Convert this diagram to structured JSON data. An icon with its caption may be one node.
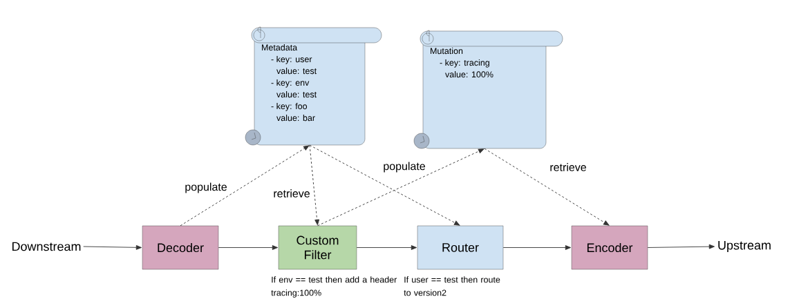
{
  "diagram": {
    "nodes": [
      {
        "text": [
          "Metadata",
          "- key: user",
          "value: test",
          "- key: env",
          "value: test",
          "- key: foo",
          "value: bar"
        ]
      },
      {
        "text": [
          "Mutation",
          "- key: tracing",
          "value: 100%"
        ]
      },
      {
        "text": [
          "Downstream"
        ]
      },
      {
        "text": [
          "Decoder"
        ]
      },
      {
        "text": [
          "Custom Filter"
        ],
        "beside": [
          "If env == test then add a header tracing:100%"
        ]
      },
      {
        "text": [
          "Router"
        ],
        "beside": [
          "If user == test then route to version2"
        ]
      },
      {
        "text": [
          "Encoder"
        ]
      },
      {
        "text": [
          "Upstream"
        ]
      }
    ],
    "edges": [
      {
        "from": 2,
        "to": 3,
        "arrow": "to"
      },
      {
        "from": 3,
        "to": 4,
        "arrow": "to"
      },
      {
        "from": 4,
        "to": 5,
        "arrow": "to"
      },
      {
        "from": 5,
        "to": 6,
        "arrow": "to"
      },
      {
        "from": 6,
        "to": 7,
        "arrow": "to"
      },
      {
        "from": 3,
        "to": 0,
        "arrow": "to",
        "label": "populate",
        "style": "dashed"
      },
      {
        "from": 0,
        "to": 4,
        "arrow": "to",
        "label": "retrieve",
        "style": "dashed"
      },
      {
        "from": 0,
        "to": 5,
        "arrow": "to",
        "style": "dashed"
      },
      {
        "from": 4,
        "to": 1,
        "arrow": "to",
        "label": "populate",
        "style": "dashed"
      },
      {
        "from": 1,
        "to": 6,
        "arrow": "to",
        "label": "retrieve",
        "style": "dashed"
      }
    ]
  }
}
